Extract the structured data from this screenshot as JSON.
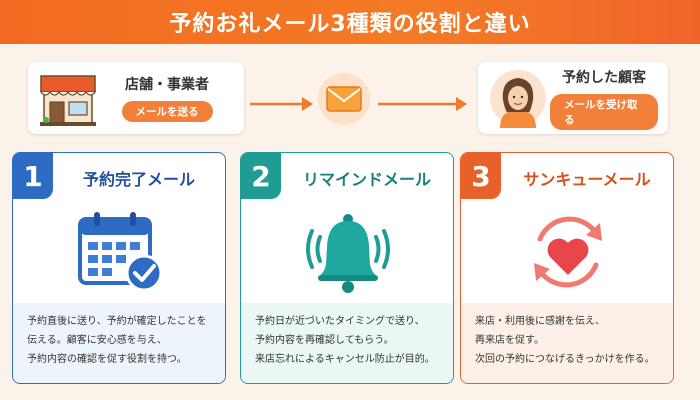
{
  "title": "予約お礼メール3種類の役割と違い",
  "flow": {
    "sender": {
      "name": "店舗・事業者",
      "action": "メールを送る"
    },
    "receiver": {
      "name": "予約した顧客",
      "action": "メールを受け取る"
    },
    "sender_icon": "store-icon",
    "mail_icon": "envelope-icon",
    "receiver_icon": "person-icon"
  },
  "cards": [
    {
      "number": "1",
      "title": "予約完了メール",
      "icon": "calendar-check-icon",
      "color": "#2e6cc4",
      "lines": [
        "予約直後に送り、予約が確定したことを",
        "伝える。顧客に安心感を与え、",
        "予約内容の確認を促す役割を持つ。"
      ]
    },
    {
      "number": "2",
      "title": "リマインドメール",
      "icon": "bell-icon",
      "color": "#1f9c94",
      "lines": [
        "予約日が近づいたタイミングで送り、",
        "予約内容を再確認してもらう。",
        "来店忘れによるキャンセル防止が目的。"
      ]
    },
    {
      "number": "3",
      "title": "サンキューメール",
      "icon": "heart-cycle-icon",
      "color": "#e8602a",
      "lines": [
        "来店・利用後に感謝を伝え、",
        "再来店を促す。",
        "次回の予約につなげるきっかけを作る。"
      ]
    }
  ]
}
